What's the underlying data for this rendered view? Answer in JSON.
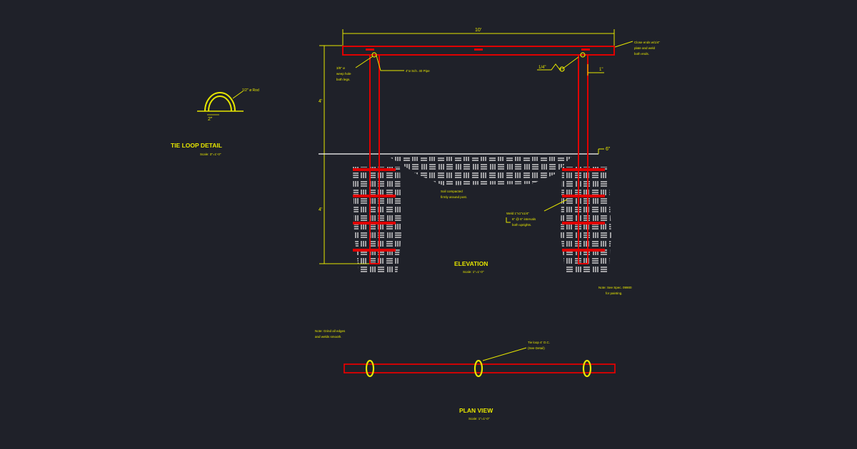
{
  "colors": {
    "background": "#1f2129",
    "dimension": "#e6e600",
    "member": "#e00000",
    "hatch": "#e8e8e8",
    "grade": "#ffffff"
  },
  "tie_loop": {
    "title": "TIE LOOP DETAIL",
    "scale": "Scale: 3\"=1'-0\"",
    "rod_note": "1/2\" ø Rod",
    "width_dim": "2\""
  },
  "elevation": {
    "title": "ELEVATION",
    "scale": "Scale: 1\"=1'-0\"",
    "width_dim": "10'",
    "upper_height_dim": "4'",
    "lower_height_dim": "4'",
    "cap_note": [
      "Close ends w/1/4\"",
      "plate and weld",
      "both ends."
    ],
    "hole_note": [
      "3/8\" ø",
      "weep hole",
      "both legs."
    ],
    "pipe_note": "4\"ø Sch. 40 Pipe",
    "weld_size": "1/4\"",
    "offset_dim": "1\"",
    "grade_dim": "6\"",
    "soil_note": [
      "Soil compacted",
      "firmly around post."
    ],
    "weld_note": [
      "Weld 1\"x1\"x1/4\"",
      "6\" @ 6\" intervals",
      "both uprights."
    ],
    "paint_note": [
      "Note: See Spec. 09900",
      "for painting."
    ]
  },
  "plan": {
    "title": "PLAN VIEW",
    "scale": "Scale: 1\"=1'-0\"",
    "edge_note": [
      "Note: Grind all edges",
      "and welds smooth."
    ],
    "loop_note": [
      "Tie loop 4' O.C.",
      "(See Detail)"
    ]
  }
}
